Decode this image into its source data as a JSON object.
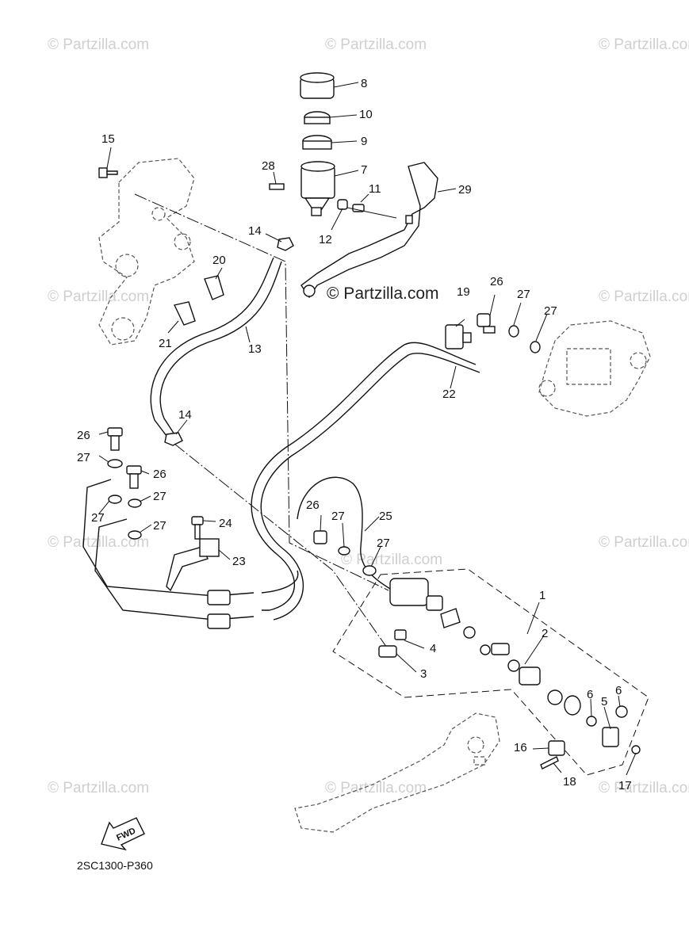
{
  "watermark": {
    "repeat_text": "© Partzilla.com",
    "center_text": "© Partzilla.com"
  },
  "diagram_code": "2SC1300-P360",
  "fwd_label": "FWD",
  "callouts": {
    "c1": "1",
    "c2": "2",
    "c3": "3",
    "c4": "4",
    "c5": "5",
    "c6a": "6",
    "c6b": "6",
    "c7": "7",
    "c8": "8",
    "c9": "9",
    "c10": "10",
    "c11": "11",
    "c12": "12",
    "c13": "13",
    "c14a": "14",
    "c14b": "14",
    "c15": "15",
    "c16": "16",
    "c17": "17",
    "c18": "18",
    "c19": "19",
    "c20": "20",
    "c21": "21",
    "c22": "22",
    "c23": "23",
    "c24": "24",
    "c25": "25",
    "c26a": "26",
    "c26b": "26",
    "c26c": "26",
    "c26d": "26",
    "c27a": "27",
    "c27b": "27",
    "c27c": "27",
    "c27d": "27",
    "c27e": "27",
    "c27f": "27",
    "c27g": "27",
    "c27h": "27",
    "c28": "28",
    "c29": "29"
  }
}
